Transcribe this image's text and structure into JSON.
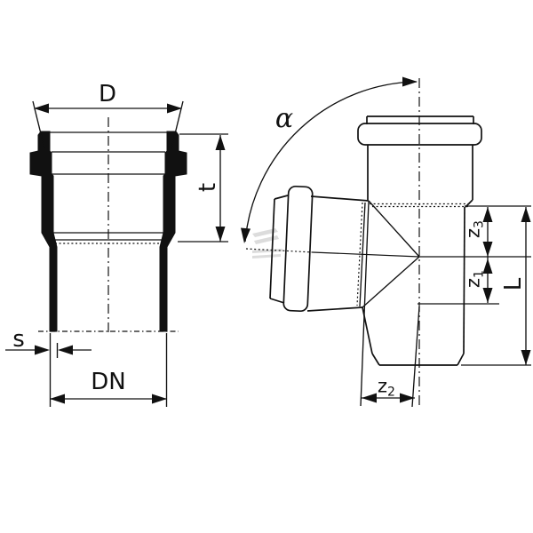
{
  "colors": {
    "background": "#ffffff",
    "line": "#111111",
    "watermark": "#c4c4c4"
  },
  "left_view": {
    "labels": {
      "diameter": "D",
      "socket_depth": "t",
      "wall_thickness": "s",
      "nominal_bore": "DN"
    }
  },
  "right_view": {
    "labels": {
      "angle": "α",
      "z3_base": "z",
      "z3_sub": "3",
      "z1_base": "z",
      "z1_sub": "1",
      "z2_base": "z",
      "z2_sub": "2",
      "length": "L"
    }
  }
}
